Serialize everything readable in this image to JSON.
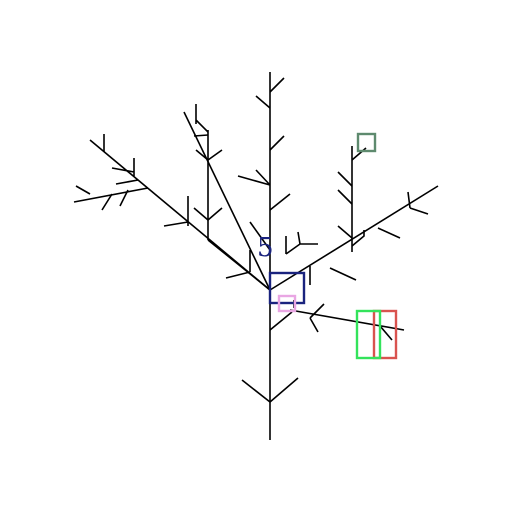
{
  "counter": {
    "text": "5",
    "color": "#1a237e"
  },
  "colors": {
    "background": "#ffffff",
    "tree": "#000000",
    "box_navy": "#1a237e",
    "box_pink": "#e9a6e3",
    "box_gray_green": "#5e8a6e",
    "box_green": "#33e35b",
    "box_red": "#d9534f"
  },
  "boxes": [
    {
      "name": "selection-box-navy",
      "color_key": "box_navy"
    },
    {
      "name": "selection-box-pink",
      "color_key": "box_pink"
    },
    {
      "name": "selection-box-gray-green",
      "color_key": "box_gray_green"
    },
    {
      "name": "selection-box-green",
      "color_key": "box_green"
    },
    {
      "name": "selection-box-red",
      "color_key": "box_red"
    }
  ]
}
